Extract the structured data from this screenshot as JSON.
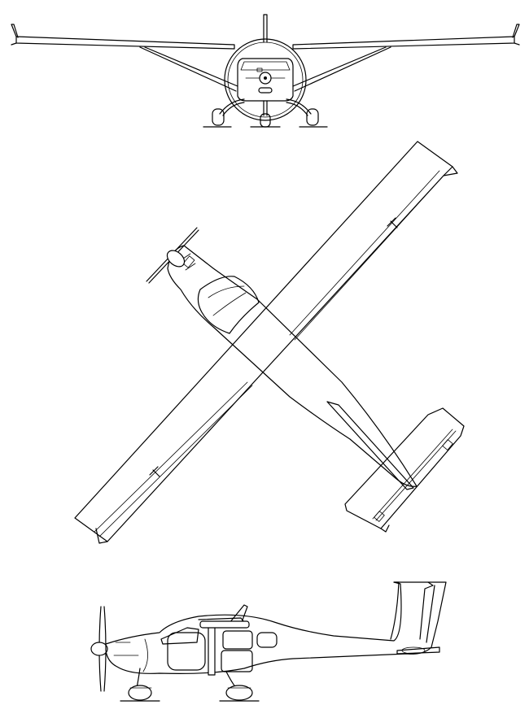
{
  "figure": {
    "views": [
      {
        "id": "front",
        "name": "front-view"
      },
      {
        "id": "top",
        "name": "top-view"
      },
      {
        "id": "side",
        "name": "side-view"
      }
    ],
    "line_color": "#000000",
    "background": "#ffffff"
  }
}
